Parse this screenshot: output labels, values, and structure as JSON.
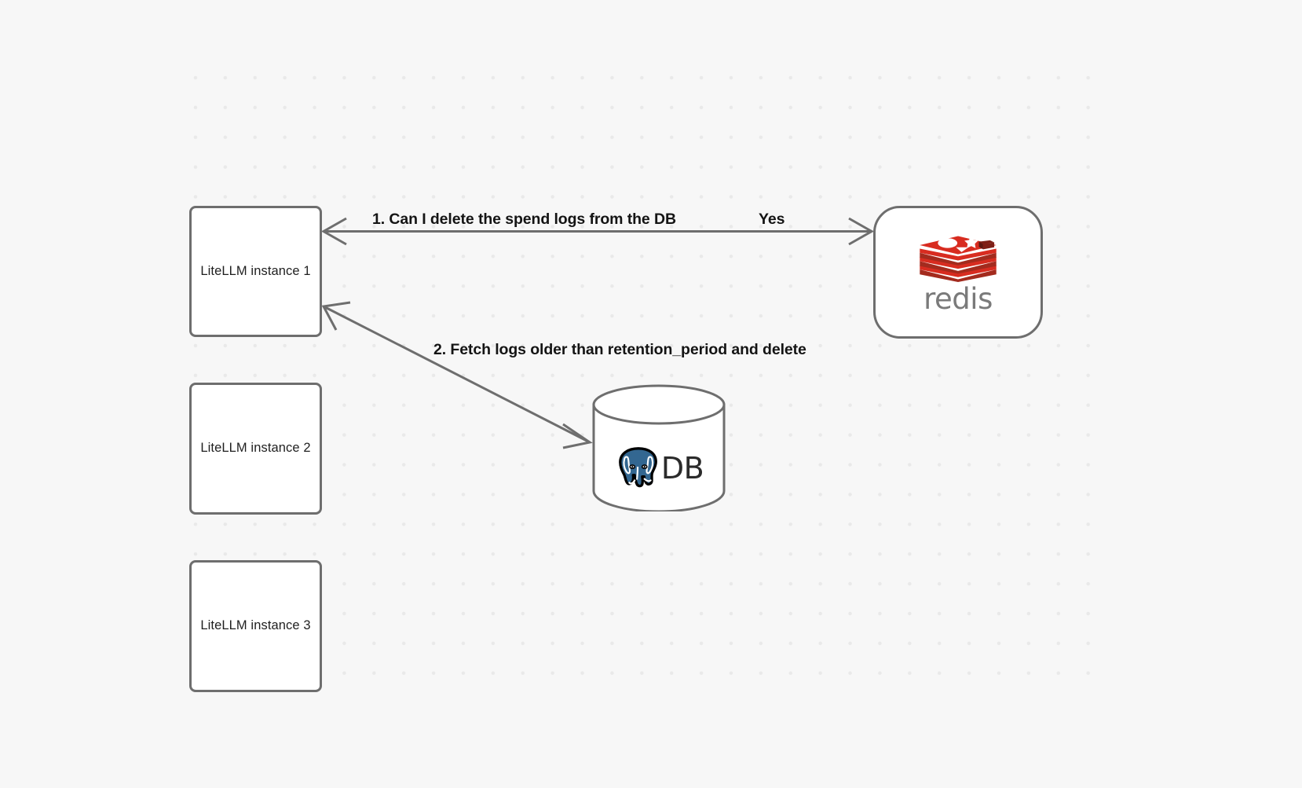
{
  "canvas": {
    "background_color": "#f7f7f7",
    "dot_color": "#e9e9e9",
    "stroke_color": "#6e6e6e"
  },
  "nodes": {
    "litellm_instances": [
      {
        "id": "litellm-instance-1",
        "label": "LiteLLM instance 1"
      },
      {
        "id": "litellm-instance-2",
        "label": "LiteLLM instance 2"
      },
      {
        "id": "litellm-instance-3",
        "label": "LiteLLM instance 3"
      }
    ],
    "redis": {
      "id": "redis-node",
      "wordmark": "redis",
      "logo_color": "#d82c20",
      "wordmark_color": "#7a7a7a"
    },
    "database": {
      "id": "database-node",
      "label": "DB",
      "logo": "postgresql-elephant-icon",
      "logo_color": "#336791"
    }
  },
  "edges": [
    {
      "id": "edge-step-1",
      "from": "litellm-instance-1",
      "to": "redis-node",
      "direction": "bidirectional",
      "label": "1.  Can I delete the spend logs from the DB",
      "reply_label": "Yes"
    },
    {
      "id": "edge-step-2",
      "from": "litellm-instance-1",
      "to": "database-node",
      "direction": "bidirectional",
      "label": "2.  Fetch logs older than retention_period and delete"
    }
  ]
}
